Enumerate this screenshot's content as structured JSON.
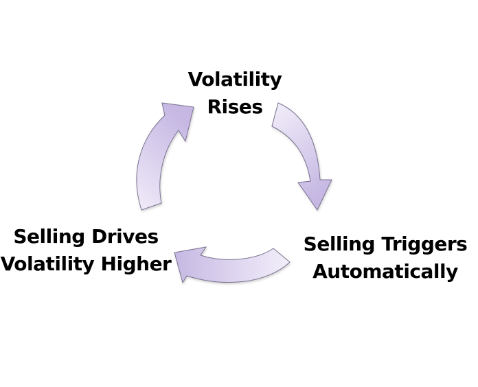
{
  "diagram": {
    "type": "cycle",
    "nodes": [
      {
        "id": "top",
        "lines": [
          "Volatility",
          "Rises"
        ]
      },
      {
        "id": "right",
        "lines": [
          "Selling Triggers",
          "Automatically"
        ]
      },
      {
        "id": "left",
        "lines": [
          "Selling Drives",
          "Volatility Higher"
        ]
      }
    ],
    "edges": [
      {
        "from": "top",
        "to": "right",
        "direction": "clockwise"
      },
      {
        "from": "right",
        "to": "left",
        "direction": "clockwise"
      },
      {
        "from": "left",
        "to": "top",
        "direction": "clockwise"
      }
    ],
    "colors": {
      "arrow_light": "#f3effa",
      "arrow_dark": "#c6b8e3",
      "arrow_stroke": "#7a7290",
      "text": "#000000"
    }
  }
}
